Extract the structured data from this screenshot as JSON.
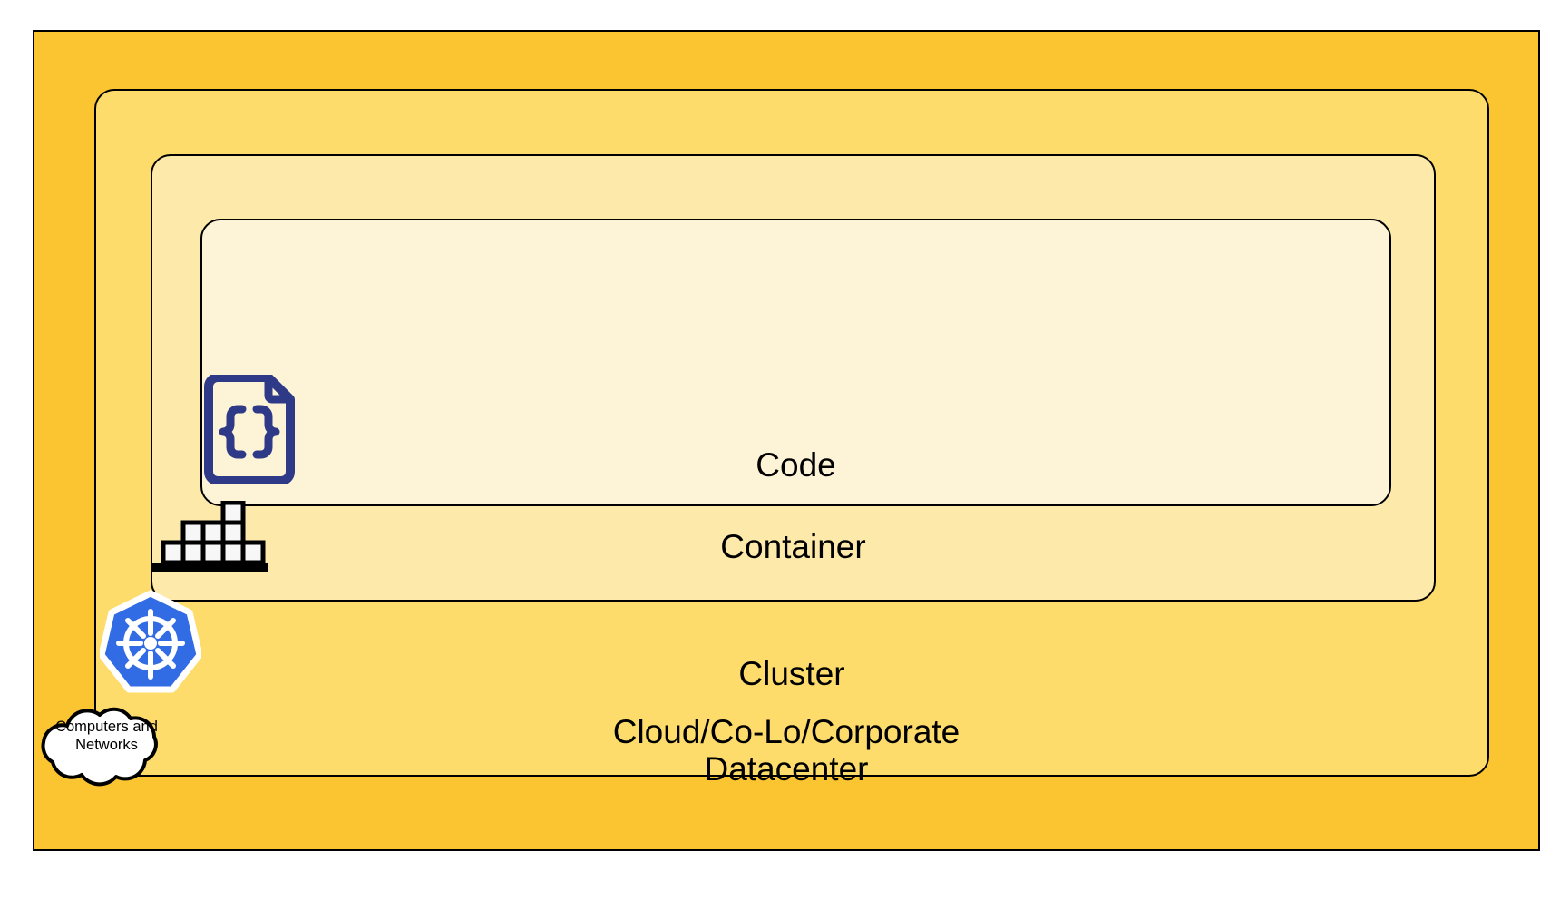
{
  "diagram": {
    "title": "Cloud Native Layers",
    "layers": [
      {
        "id": "datacenter",
        "label": "Cloud/Co-Lo/Corporate\nDatacenter",
        "fill": "#fbc431",
        "stroke": "#000000",
        "icon": null
      },
      {
        "id": "cluster",
        "label": "Cluster",
        "fill": "#fddc6b",
        "stroke": "#000000",
        "icon": "kubernetes-icon"
      },
      {
        "id": "container",
        "label": "Container",
        "fill": "#fde9a9",
        "stroke": "#000000",
        "icon": "container-boxes-icon"
      },
      {
        "id": "code",
        "label": "Code",
        "fill": "#fdf4d7",
        "stroke": "#000000",
        "icon": "code-braces-document-icon"
      }
    ],
    "callout": {
      "id": "computers-networks",
      "shape": "cloud",
      "label": "Computers and\nNetworks",
      "fill": "#ffffff",
      "stroke": "#000000"
    },
    "colors": {
      "kubernetes_blue": "#326ce5",
      "kubernetes_white": "#ffffff",
      "code_navy": "#2e3a87",
      "box_black": "#000000",
      "box_white": "#f7f7f7"
    }
  }
}
